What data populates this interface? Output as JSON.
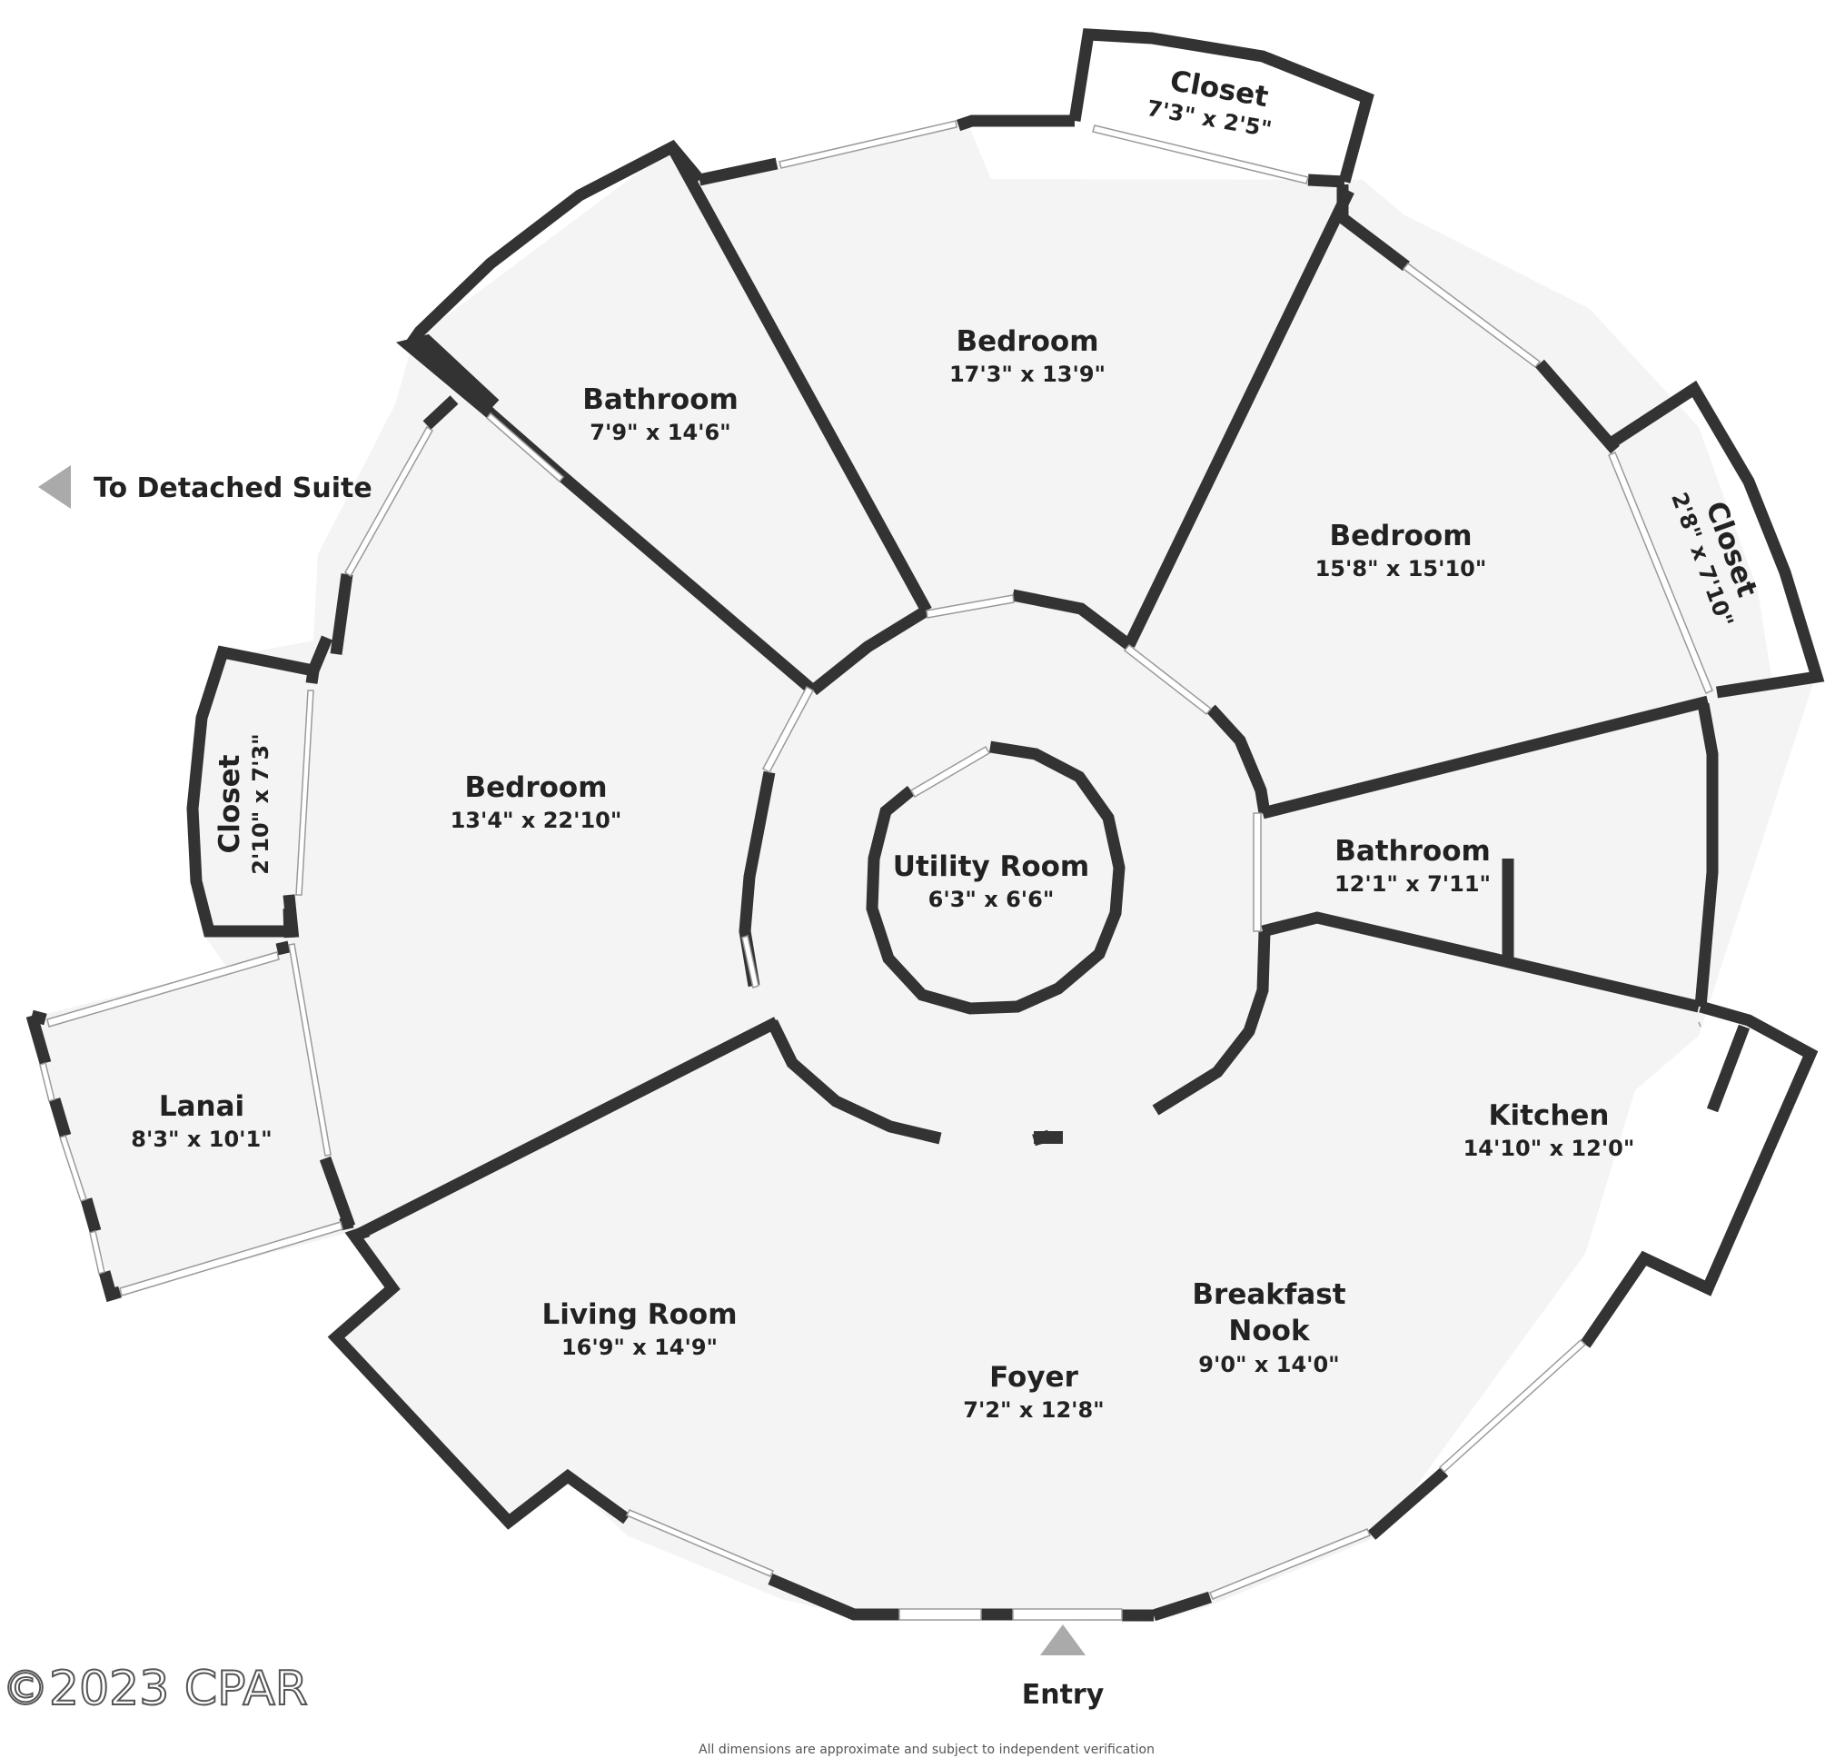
{
  "rooms": {
    "closet_top": {
      "name": "Closet",
      "dims": "7'3\" x 2'5\""
    },
    "bedroom_top": {
      "name": "Bedroom",
      "dims": "17'3\" x 13'9\""
    },
    "bathroom_nw": {
      "name": "Bathroom",
      "dims": "7'9\" x 14'6\""
    },
    "bedroom_ne": {
      "name": "Bedroom",
      "dims": "15'8\" x 15'10\""
    },
    "closet_right": {
      "name": "Closet",
      "dims": "2'8\" x 7'10\""
    },
    "bedroom_w": {
      "name": "Bedroom",
      "dims": "13'4\" x 22'10\""
    },
    "closet_left": {
      "name": "Closet",
      "dims": "2'10\" x 7'3\""
    },
    "utility": {
      "name": "Utility Room",
      "dims": "6'3\" x 6'6\""
    },
    "bathroom_e": {
      "name": "Bathroom",
      "dims": "12'1\" x 7'11\""
    },
    "lanai": {
      "name": "Lanai",
      "dims": "8'3\" x 10'1\""
    },
    "kitchen": {
      "name": "Kitchen",
      "dims": "14'10\" x 12'0\""
    },
    "breakfast_nook": {
      "name_line1": "Breakfast",
      "name_line2": "Nook",
      "dims": "9'0\" x 14'0\""
    },
    "living_room": {
      "name": "Living Room",
      "dims": "16'9\" x 14'9\""
    },
    "foyer": {
      "name": "Foyer",
      "dims": "7'2\" x 12'8\""
    }
  },
  "markers": {
    "detached_suite": "To Detached Suite",
    "entry": "Entry"
  },
  "copyright": "©2023 CPAR",
  "disclaimer": "All dimensions are approximate and subject to independent verification",
  "colors": {
    "wall": "#333333",
    "floor": "#f4f4f4",
    "arrow": "#aaaaaa"
  }
}
